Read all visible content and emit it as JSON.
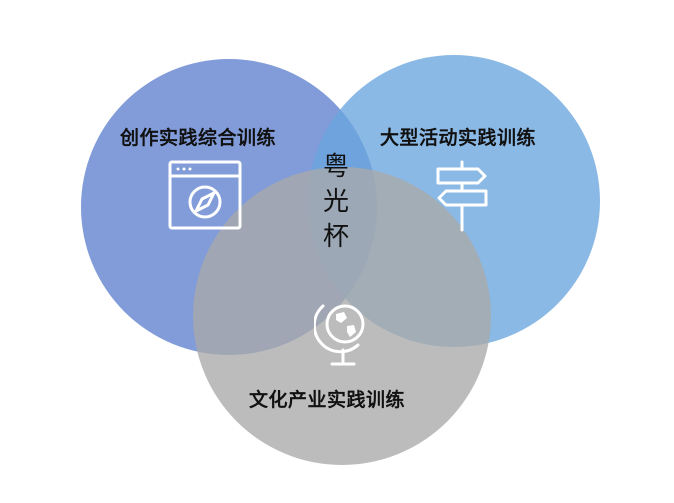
{
  "diagram": {
    "circles": [
      {
        "id": "left",
        "label": "创作实践综合训练",
        "color": "#5e80cd",
        "icon": "browser-compass-icon"
      },
      {
        "id": "right",
        "label": "大型活动实践训练",
        "color": "#6aa5de",
        "icon": "signpost-icon"
      },
      {
        "id": "bottom",
        "label": "文化产业实践训练",
        "color": "#a9a9a9",
        "icon": "globe-icon"
      }
    ],
    "center_text": "粤\n光\n杯"
  }
}
